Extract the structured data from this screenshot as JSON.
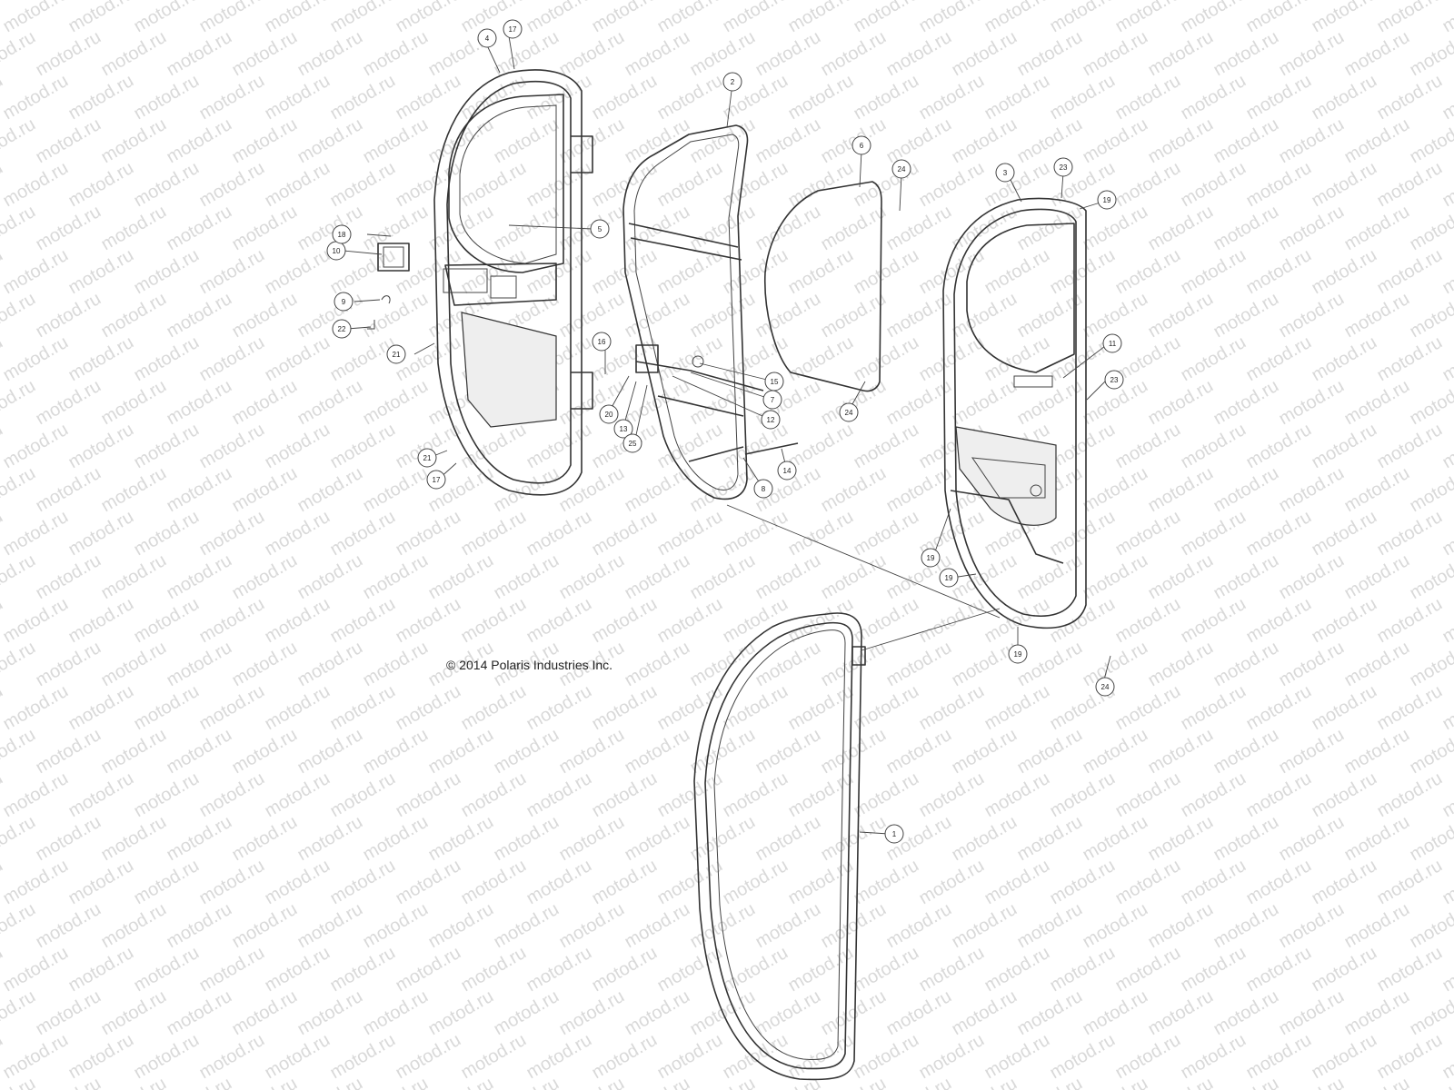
{
  "copyright": "© 2014 Polaris Industries Inc.",
  "watermark": "motod.ru",
  "callouts": [
    "1",
    "2",
    "3",
    "4",
    "5",
    "6",
    "7",
    "8",
    "9",
    "10",
    "11",
    "12",
    "13",
    "14",
    "15",
    "16",
    "17",
    "17",
    "18",
    "19",
    "19",
    "19",
    "19",
    "20",
    "21",
    "21",
    "22",
    "23",
    "23",
    "24",
    "24",
    "24",
    "25"
  ],
  "colors": {
    "line": "#333333",
    "watermark": "#d9d9d9",
    "background": "#ffffff"
  }
}
